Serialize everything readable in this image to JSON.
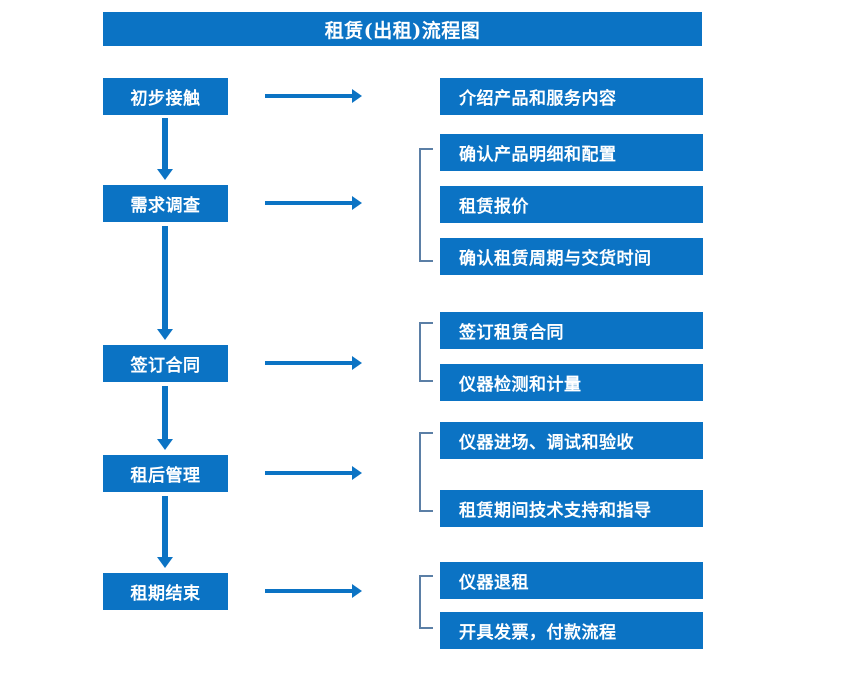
{
  "diagram": {
    "title": "租赁(出租)流程图",
    "accent_color": "#0b73c4",
    "bracket_color": "#5b7fa6",
    "text_color": "#ffffff",
    "background_color": "#ffffff",
    "stages": [
      {
        "id": "stage-1",
        "label": "初步接触"
      },
      {
        "id": "stage-2",
        "label": "需求调查"
      },
      {
        "id": "stage-3",
        "label": "签订合同"
      },
      {
        "id": "stage-4",
        "label": "租后管理"
      },
      {
        "id": "stage-5",
        "label": "租期结束"
      }
    ],
    "details": [
      {
        "id": "detail-1",
        "label": "介绍产品和服务内容",
        "group": 1
      },
      {
        "id": "detail-2",
        "label": "确认产品明细和配置",
        "group": 2
      },
      {
        "id": "detail-3",
        "label": "租赁报价",
        "group": 2
      },
      {
        "id": "detail-4",
        "label": "确认租赁周期与交货时间",
        "group": 2
      },
      {
        "id": "detail-5",
        "label": "签订租赁合同",
        "group": 3
      },
      {
        "id": "detail-6",
        "label": "仪器检测和计量",
        "group": 3
      },
      {
        "id": "detail-7",
        "label": "仪器进场、调试和验收",
        "group": 4
      },
      {
        "id": "detail-8",
        "label": "租赁期间技术支持和指导",
        "group": 4
      },
      {
        "id": "detail-9",
        "label": "仪器退租",
        "group": 5
      },
      {
        "id": "detail-10",
        "label": "开具发票，付款流程",
        "group": 5
      }
    ],
    "connectors": {
      "horizontal_arrow_icon": "arrow-right-icon",
      "vertical_arrow_icon": "arrow-down-icon",
      "bracket_icon": "group-bracket-icon"
    }
  }
}
